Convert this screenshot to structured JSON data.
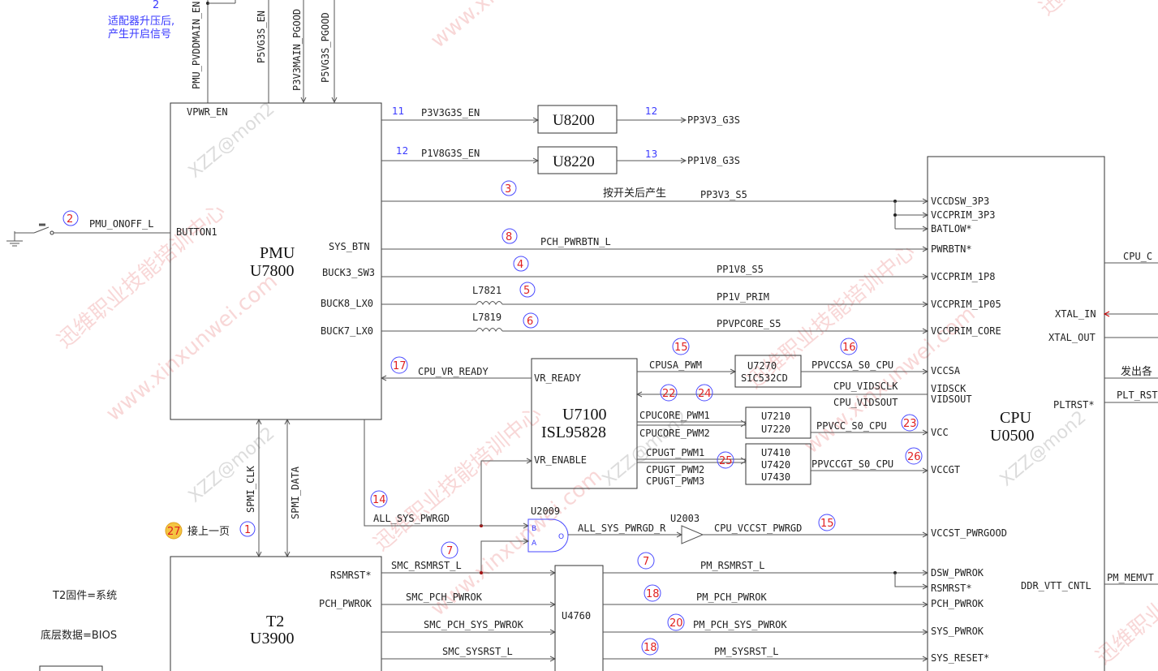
{
  "notes": {
    "step2": "2",
    "adapter_line1": "适配器升压后,",
    "adapter_line2": "产生开启信号",
    "after_press": "按开关后产生",
    "continue_prev": "接上一页",
    "t2_fw": "T2固件=系统",
    "bottom_data": "底层数据=BIOS",
    "issue_each": "发出各"
  },
  "top_signals": [
    "PMU_PVDDMAIN_EN",
    "P5VG3S_EN",
    "P3V3MAIN_PGOOD",
    "P5VG3S_PGOOD"
  ],
  "pmu": {
    "name": "PMU",
    "ref": "U7800",
    "pins": [
      "VPWR_EN",
      "BUTTON1",
      "SYS_BTN",
      "BUCK3_SW3",
      "BUCK8_LX0",
      "BUCK7_LX0"
    ]
  },
  "cpu": {
    "name": "CPU",
    "ref": "U0500",
    "left_pins": [
      "VCCDSW_3P3",
      "VCCPRIM_3P3",
      "BATLOW*",
      "PWRBTN*",
      "VCCPRIM_1P8",
      "VCCPRIM_1P05",
      "VCCPRIM_CORE",
      "VCCSA",
      "VIDSCK",
      "VIDSOUT",
      "VCC",
      "VCCGT",
      "VCCST_PWRGOOD",
      "DSW_PWROK",
      "RSMRST*",
      "PCH_PWROK",
      "SYS_PWROK",
      "SYS_RESET*"
    ],
    "right_pins": [
      "XTAL_IN",
      "XTAL_OUT",
      "PLTRST*",
      "DDR_VTT_CNTL"
    ],
    "right_nets": [
      "CPU_C",
      "PLT_RST",
      "PM_MEMVT"
    ]
  },
  "t2": {
    "name": "T2",
    "ref": "U3900",
    "pins": [
      "RSMRST*",
      "PCH_PWROK"
    ]
  },
  "vr": {
    "name": "U7100",
    "ref": "ISL95828",
    "pins": [
      "VR_READY",
      "VR_ENABLE"
    ]
  },
  "parts": {
    "u8200": "U8200",
    "u8220": "U8220",
    "u7270": "U7270",
    "sic": "SIC532CD",
    "u7210": "U7210",
    "u7220": "U7220",
    "u7410": "U7410",
    "u7420": "U7420",
    "u7430": "U7430",
    "u4760": "U4760",
    "u2009": "U2009",
    "u2003": "U2003",
    "l7821": "L7821",
    "l7819": "L7819"
  },
  "nets": {
    "p3v3g3s_en": "P3V3G3S_EN",
    "pp3v3_g3s": "PP3V3_G3S",
    "p1v8g3s_en": "P1V8G3S_EN",
    "pp1v8_g3s": "PP1V8_G3S",
    "pp3v3_s5": "PP3V3_S5",
    "pmu_onoff": "PMU_ONOFF_L",
    "pch_pwrbtn": "PCH_PWRBTN_L",
    "pp1v8_s5": "PP1V8_S5",
    "pp1v_prim": "PP1V_PRIM",
    "ppvpcore": "PPVPCORE_S5",
    "cpu_vr_ready": "CPU_VR_READY",
    "cpusa_pwm": "CPUSA_PWM",
    "ppvccsa": "PPVCCSA_S0_CPU",
    "vidsclk": "CPU_VIDSCLK",
    "vidsout": "CPU_VIDSOUT",
    "core1": "CPUCORE_PWM1",
    "core2": "CPUCORE_PWM2",
    "ppvcc": "PPVCC_S0_CPU",
    "gt1": "CPUGT_PWM1",
    "gt2": "CPUGT_PWM2",
    "gt3": "CPUGT_PWM3",
    "ppvccgt": "PPVCCGT_S0_CPU",
    "spmi_clk": "SPMI_CLK",
    "spmi_data": "SPMI_DATA",
    "all_sys_pwrgd": "ALL_SYS_PWRGD",
    "all_sys_pwrgd_r": "ALL_SYS_PWRGD_R",
    "cpu_vccst": "CPU_VCCST_PWRGD",
    "smc_rsmrst": "SMC_RSMRST_L",
    "pm_rsmrst": "PM_RSMRST_L",
    "smc_pch_pwrok": "SMC_PCH_PWROK",
    "pm_pch_pwrok": "PM_PCH_PWROK",
    "smc_pch_sys": "SMC_PCH_SYS_PWROK",
    "pm_pch_sys": "PM_PCH_SYS_PWROK",
    "smc_sysrst": "SMC_SYSRST_L",
    "pm_sysrst": "PM_SYSRST_L"
  },
  "step_numbers": {
    "n11": "11",
    "n12a": "12",
    "n12b": "12",
    "n13": "13"
  },
  "markers": {
    "m1": "1",
    "m2": "2",
    "m3": "3",
    "m4": "4",
    "m5": "5",
    "m6": "6",
    "m8": "8",
    "m14": "14",
    "m15a": "15",
    "m15b": "15",
    "m16": "16",
    "m17": "17",
    "m18a": "18",
    "m18b": "18",
    "m20": "20",
    "m22": "22",
    "m23": "23",
    "m24": "24",
    "m25": "25",
    "m26": "26",
    "m27": "27",
    "m7a": "7",
    "m7b": "7"
  },
  "watermark": {
    "cn": "迅维职业技能培训中心",
    "url": "www.xinxunwei.com",
    "author": "XZZ@mon2"
  }
}
